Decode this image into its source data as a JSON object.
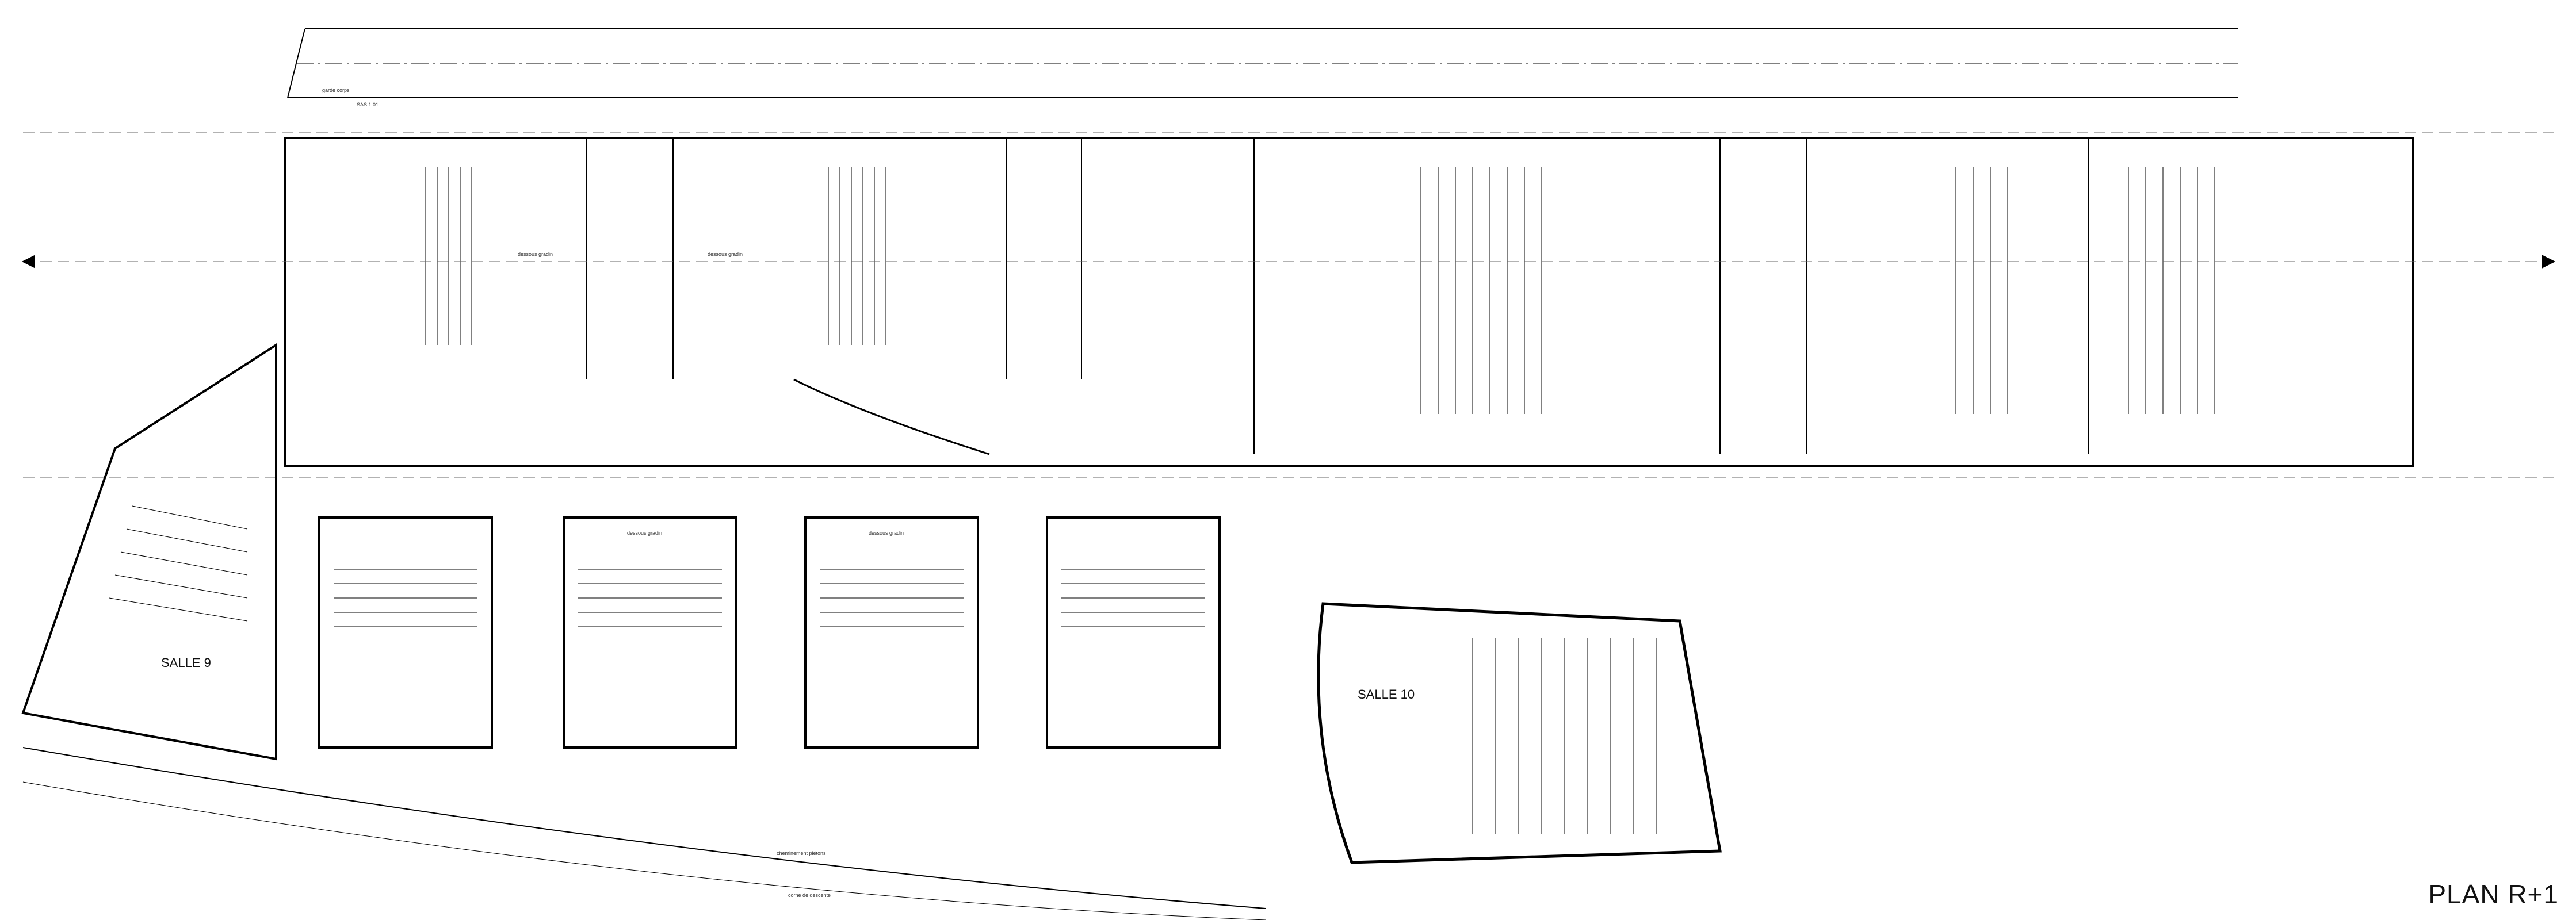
{
  "plan": {
    "title": "PLAN R+1",
    "rooms": {
      "salle9": "SALLE 9",
      "salle10": "SALLE 10"
    },
    "annotations": {
      "ecran_graphite": "dessous gradin",
      "ecran_gradin": "dessous gradin",
      "ecran_salle1": "dessous gradin",
      "ecran_salle3": "dessous gradin",
      "cheminement_pietons": "cheminement piétons",
      "corne_de_descente": "corne de descente",
      "garde_corps": "garde corps",
      "sas": "SAS 1.01"
    }
  }
}
